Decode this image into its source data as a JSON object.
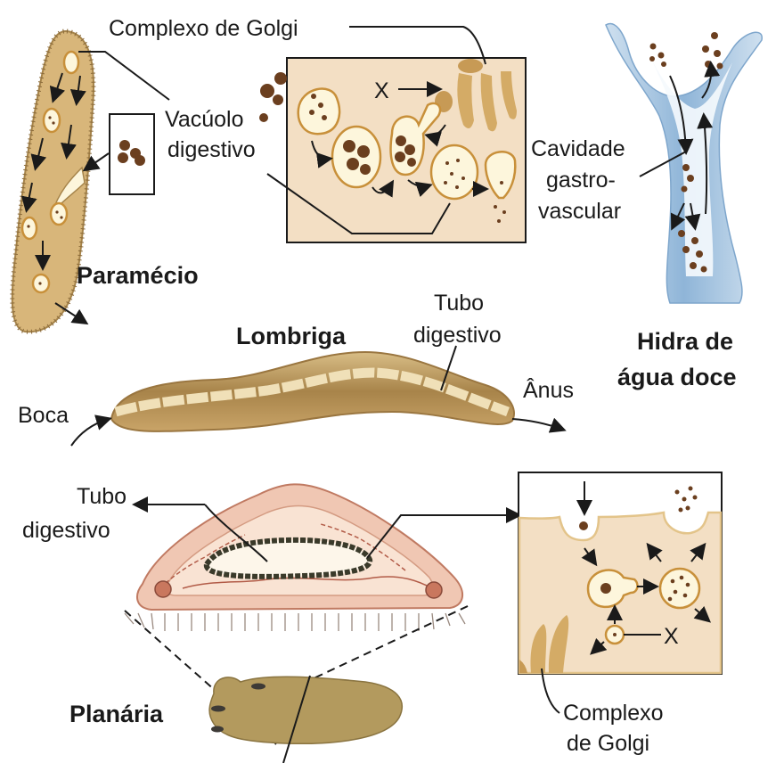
{
  "labels": {
    "golgi_top": "Complexo de Golgi",
    "vacuolo_1": "Vacúolo",
    "vacuolo_2": "digestivo",
    "x_top": "X",
    "cavidade_1": "Cavidade",
    "cavidade_2": "gastro-",
    "cavidade_3": "vascular",
    "paramecio": "Paramécio",
    "lombriga": "Lombriga",
    "tubo_top_1": "Tubo",
    "tubo_top_2": "digestivo",
    "hidra_1": "Hidra de",
    "hidra_2": "água doce",
    "boca": "Boca",
    "anus": "Ânus",
    "tubo_low_1": "Tubo",
    "tubo_low_2": "digestivo",
    "x_bottom": "X",
    "planaria": "Planária",
    "golgi_bottom_1": "Complexo",
    "golgi_bottom_2": "de Golgi"
  },
  "colors": {
    "organism_tan": "#c9a468",
    "inset_bg": "#f3dfc4",
    "hydra_blue": "#a9c8e3",
    "planaria_pink": "#e8b9a4",
    "planaria_body": "#b39a5e",
    "particle_brown": "#6b3f1f"
  }
}
